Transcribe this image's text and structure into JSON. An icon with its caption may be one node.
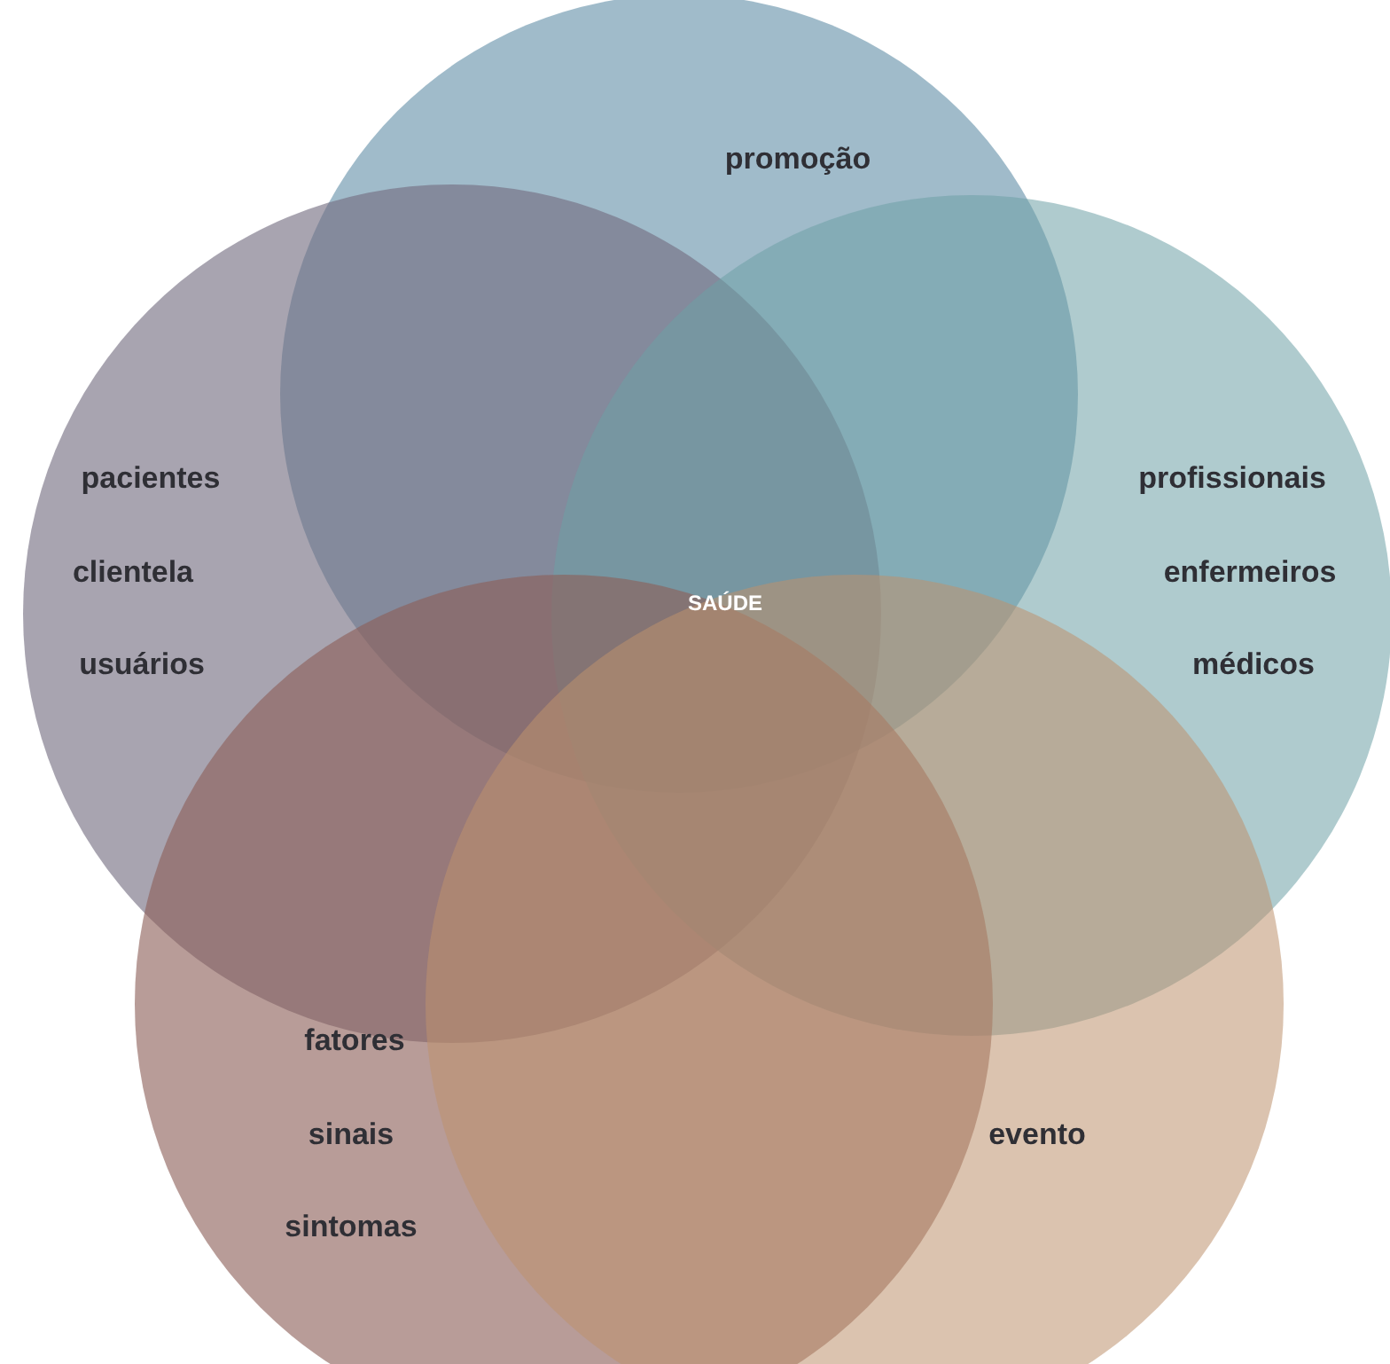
{
  "diagram": {
    "nodes": [
      {
        "text": [
          "promoção"
        ]
      },
      {
        "text": [
          "pacientes",
          "clientela",
          "usuários"
        ]
      },
      {
        "text": [
          "profissionais",
          "enfermeiros",
          "médicos"
        ]
      },
      {
        "text": [
          "fatores",
          "sinais",
          "sintomas"
        ]
      },
      {
        "text": [
          "evento"
        ]
      }
    ],
    "labels": [
      "SAÚDE"
    ]
  }
}
